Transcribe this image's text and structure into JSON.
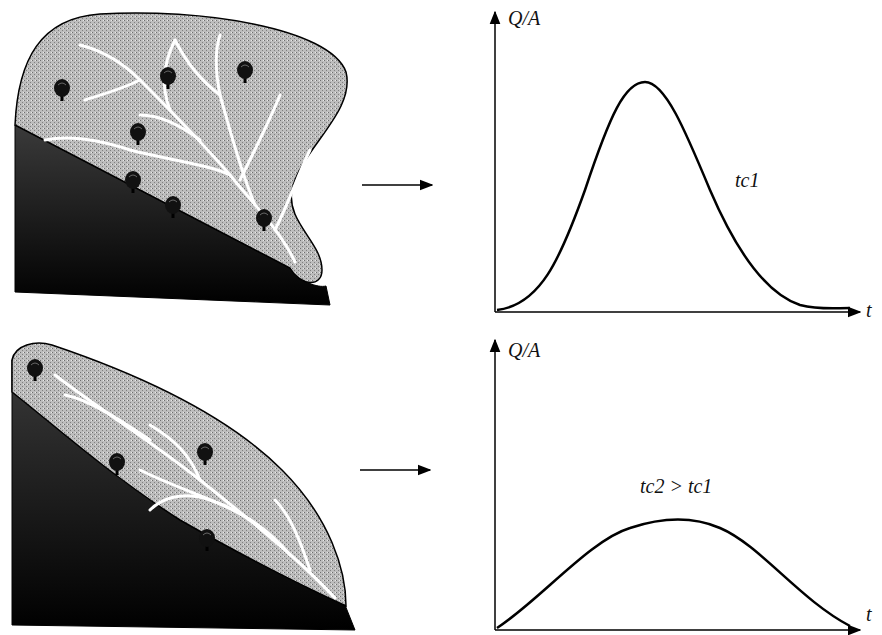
{
  "diagram": {
    "labels": [
      "Q/A",
      "tc1",
      "t",
      "Q/A",
      "tc2 > tc1",
      "t"
    ]
  }
}
